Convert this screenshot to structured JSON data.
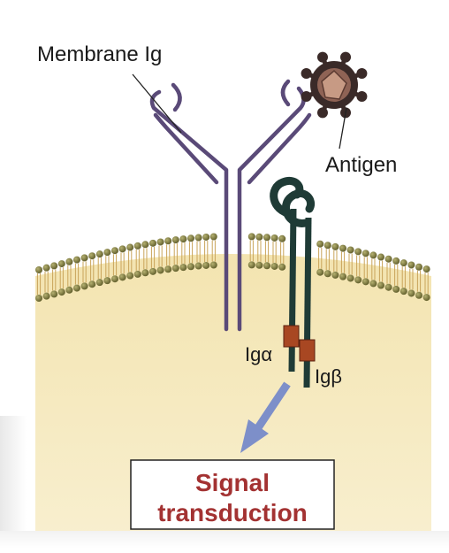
{
  "labels": {
    "membrane_ig": "Membrane Ig",
    "antigen": "Antigen",
    "ig_alpha": "Igα",
    "ig_beta": "Igβ",
    "signal_line1": "Signal",
    "signal_line2": "transduction"
  },
  "colors": {
    "background": "#ffffff",
    "cytoplasm": "#f5e9bf",
    "lipid_head": "#7f7c3f",
    "antibody": "#5a4a78",
    "ig_chain": "#1f3b36",
    "ig_domain": "#a84722",
    "antigen_core": "#b87f6a",
    "antigen_spike": "#3a2a28",
    "arrow": "#7d8fc9",
    "signal_text": "#a33232"
  }
}
